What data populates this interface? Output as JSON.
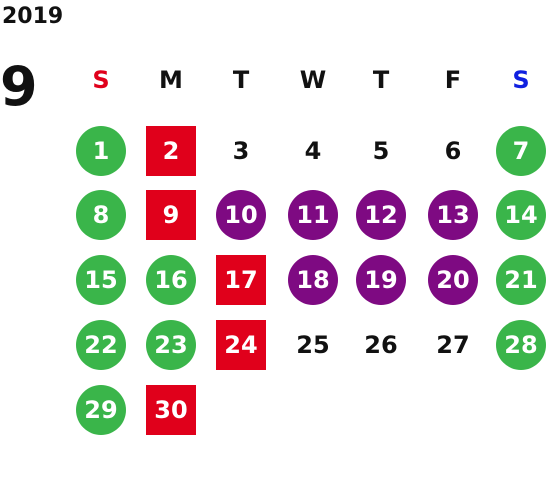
{
  "year": "2019",
  "month": "9",
  "weekdays": [
    {
      "label": "S",
      "color": "#e0001b"
    },
    {
      "label": "M",
      "color": "#111111"
    },
    {
      "label": "T",
      "color": "#111111"
    },
    {
      "label": "W",
      "color": "#111111"
    },
    {
      "label": "T",
      "color": "#111111"
    },
    {
      "label": "F",
      "color": "#111111"
    },
    {
      "label": "S",
      "color": "#1020e0"
    }
  ],
  "legend_colors": {
    "green": "#3ab54a",
    "purple": "#7e0a82",
    "red": "#e0001b"
  },
  "days": [
    {
      "d": "1",
      "s": "g"
    },
    {
      "d": "2",
      "s": "r"
    },
    {
      "d": "3",
      "s": ""
    },
    {
      "d": "4",
      "s": ""
    },
    {
      "d": "5",
      "s": ""
    },
    {
      "d": "6",
      "s": ""
    },
    {
      "d": "7",
      "s": "g"
    },
    {
      "d": "8",
      "s": "g"
    },
    {
      "d": "9",
      "s": "r"
    },
    {
      "d": "10",
      "s": "p"
    },
    {
      "d": "11",
      "s": "p"
    },
    {
      "d": "12",
      "s": "p"
    },
    {
      "d": "13",
      "s": "p"
    },
    {
      "d": "14",
      "s": "g"
    },
    {
      "d": "15",
      "s": "g"
    },
    {
      "d": "16",
      "s": "g"
    },
    {
      "d": "17",
      "s": "r"
    },
    {
      "d": "18",
      "s": "p"
    },
    {
      "d": "19",
      "s": "p"
    },
    {
      "d": "20",
      "s": "p"
    },
    {
      "d": "21",
      "s": "g"
    },
    {
      "d": "22",
      "s": "g"
    },
    {
      "d": "23",
      "s": "g"
    },
    {
      "d": "24",
      "s": "r"
    },
    {
      "d": "25",
      "s": ""
    },
    {
      "d": "26",
      "s": ""
    },
    {
      "d": "27",
      "s": ""
    },
    {
      "d": "28",
      "s": "g"
    },
    {
      "d": "29",
      "s": "g"
    },
    {
      "d": "30",
      "s": "r"
    }
  ]
}
